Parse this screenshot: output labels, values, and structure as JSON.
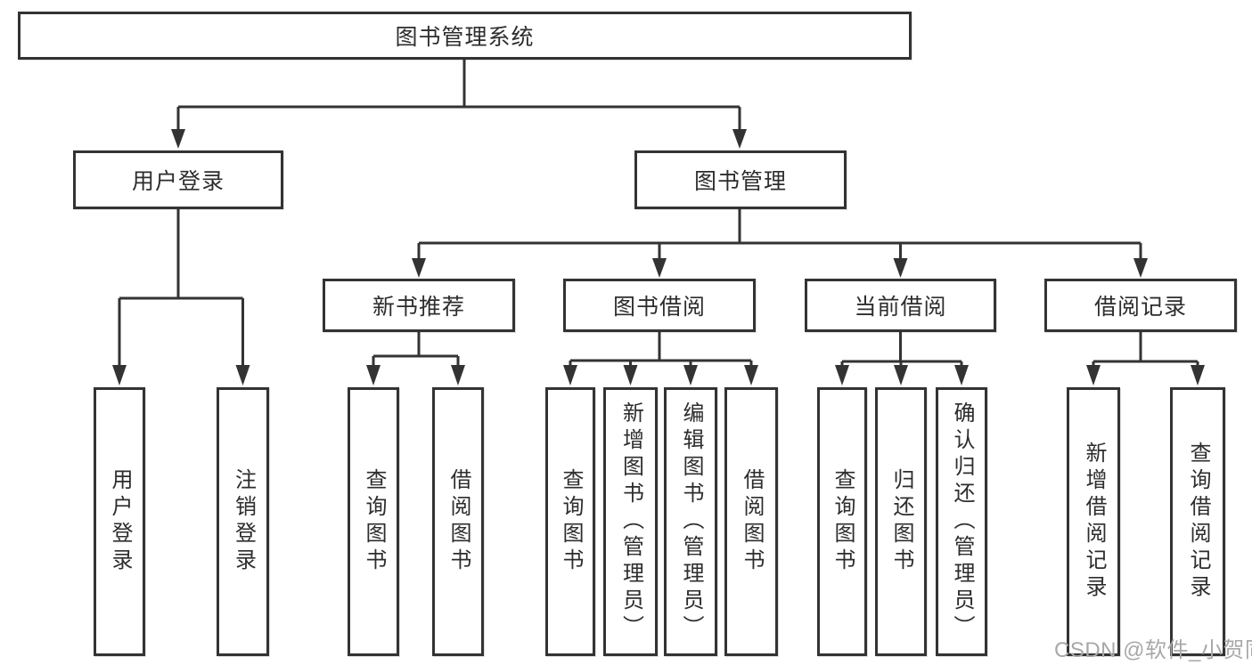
{
  "diagram": {
    "type": "tree",
    "root": {
      "label": "图书管理系统"
    },
    "branches": [
      {
        "label": "用户登录",
        "children": [
          {
            "label": "用户登录"
          },
          {
            "label": "注销登录"
          }
        ]
      },
      {
        "label": "图书管理",
        "children": [
          {
            "label": "新书推荐",
            "children": [
              {
                "label": "查询图书"
              },
              {
                "label": "借阅图书"
              }
            ]
          },
          {
            "label": "图书借阅",
            "children": [
              {
                "label": "查询图书"
              },
              {
                "label": "新增图书（管理员）"
              },
              {
                "label": "编辑图书（管理员）"
              },
              {
                "label": "借阅图书"
              }
            ]
          },
          {
            "label": "当前借阅",
            "children": [
              {
                "label": "查询图书"
              },
              {
                "label": "归还图书"
              },
              {
                "label": "确认归还（管理员）"
              }
            ]
          },
          {
            "label": "借阅记录",
            "children": [
              {
                "label": "新增借阅记录"
              },
              {
                "label": "查询借阅记录"
              }
            ]
          }
        ]
      }
    ]
  },
  "style": {
    "line_color": "#333333",
    "box_border_color": "#333333",
    "text_color": "#2d2d2d",
    "watermark_color": "#a8a8a8",
    "background": "#ffffff"
  },
  "watermark": "CSDN @软件_小贺同学"
}
